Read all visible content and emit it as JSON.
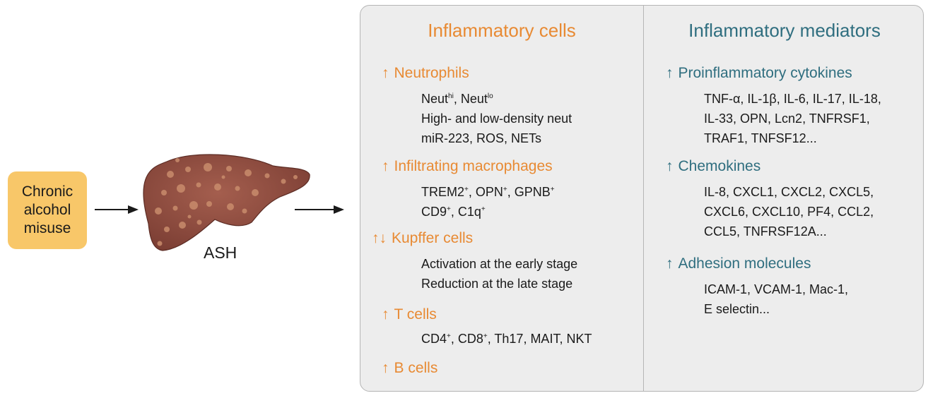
{
  "cause": {
    "lines": [
      "Chronic",
      "alcohol",
      "misuse"
    ]
  },
  "disease_label": "ASH",
  "colors": {
    "cause_box": "#f8c769",
    "orange": "#e88a33",
    "teal": "#2f6e7f",
    "panel": "#ededed",
    "liver": "#8a4a3e"
  },
  "icons": {
    "up": "↑",
    "down": "↓",
    "right_arrow": "arrow-right"
  },
  "cells": {
    "title": "Inflammatory cells",
    "neutrophils": {
      "arrow": "↑",
      "label": "Neutrophils",
      "line1": {
        "a": "Neut",
        "a_sup": "hi",
        "sep": ", ",
        "b": "Neut",
        "b_sup": "lo"
      },
      "line2": "High- and low-density neut",
      "line3": "miR-223, ROS, NETs"
    },
    "macrophages": {
      "arrow": "↑",
      "label": "Infiltrating macrophages",
      "line1": [
        {
          "text": "TREM2",
          "sup": "+",
          "after": ", "
        },
        {
          "text": "OPN",
          "sup": "+",
          "after": ", "
        },
        {
          "text": "GPNB",
          "sup": "+",
          "after": ""
        }
      ],
      "line2": [
        {
          "text": "CD9",
          "sup": "+",
          "after": ", "
        },
        {
          "text": "C1q",
          "sup": "+",
          "after": ""
        }
      ]
    },
    "kupffer": {
      "arrow_up": "↑",
      "arrow_down": "↓",
      "label": "Kupffer cells",
      "line1": "Activation at the early stage",
      "line2": "Reduction at the late stage"
    },
    "tcells": {
      "arrow": "↑",
      "label": "T cells",
      "line1": [
        {
          "text": "CD4",
          "sup": "+",
          "after": ", "
        },
        {
          "text": "CD8",
          "sup": "+",
          "after": ", Th17, MAIT, NKT"
        }
      ]
    },
    "bcells": {
      "arrow": "↑",
      "label": "B cells"
    }
  },
  "mediators": {
    "title": "Inflammatory mediators",
    "cytokines": {
      "arrow": "↑",
      "label": "Proinflammatory cytokines",
      "lines": [
        "TNF-α, IL-1β, IL-6, IL-17, IL-18,",
        "IL-33, OPN, Lcn2, TNFRSF1,",
        "TRAF1, TNFSF12..."
      ]
    },
    "chemokines": {
      "arrow": "↑",
      "label": "Chemokines",
      "lines": [
        "IL-8, CXCL1, CXCL2, CXCL5,",
        "CXCL6, CXCL10, PF4, CCL2,",
        "CCL5, TNFRSF12A..."
      ]
    },
    "adhesion": {
      "arrow": "↑",
      "label": "Adhesion molecules",
      "lines": [
        "ICAM-1, VCAM-1, Mac-1,",
        "E selectin..."
      ]
    }
  }
}
